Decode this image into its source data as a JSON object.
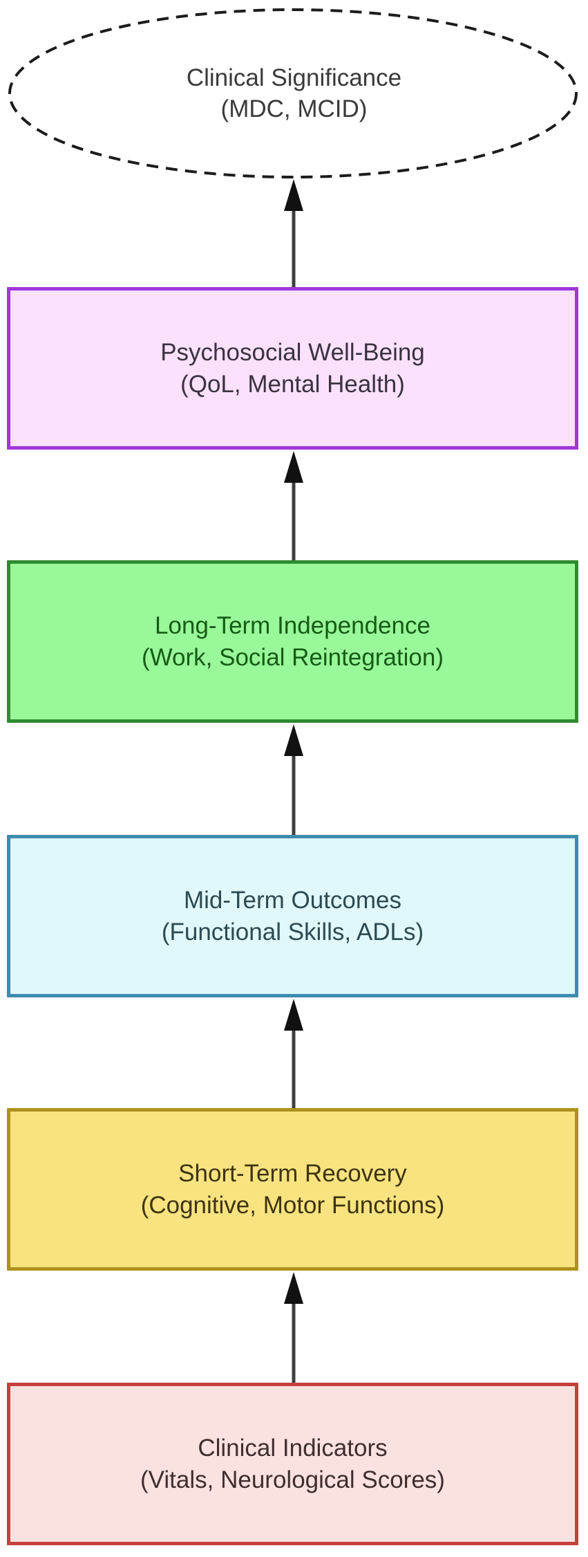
{
  "diagram": {
    "terminal": {
      "line1": "Clinical Significance",
      "line2": "(MDC, MCID)",
      "border_color": "#1c1c1c",
      "fill": "#ffffff",
      "text_color": "#3a3a3a"
    },
    "nodes": [
      {
        "id": "psychosocial-wellbeing",
        "line1": "Psychosocial Well-Being",
        "line2": "(QoL, Mental Health)",
        "fill": "#fbe1fc",
        "border": "#a136d9",
        "text_color": "#3b3240"
      },
      {
        "id": "long-term-independence",
        "line1": "Long-Term Independence",
        "line2": "(Work, Social Reintegration)",
        "fill": "#99f899",
        "border": "#2e8b2e",
        "text_color": "#165b16"
      },
      {
        "id": "mid-term-outcomes",
        "line1": "Mid-Term Outcomes",
        "line2": "(Functional Skills, ADLs)",
        "fill": "#e0f8fa",
        "border": "#3d8cae",
        "text_color": "#2c4a52"
      },
      {
        "id": "short-term-recovery",
        "line1": "Short-Term Recovery",
        "line2": "(Cognitive, Motor Functions)",
        "fill": "#f8e380",
        "border": "#ae911d",
        "text_color": "#3e3410"
      },
      {
        "id": "clinical-indicators",
        "line1": "Clinical Indicators",
        "line2": "(Vitals, Neurological Scores)",
        "fill": "#fbe2e1",
        "border": "#c5403c",
        "text_color": "#402e2e"
      }
    ],
    "arrow": {
      "stem_color": "#3f3f3f",
      "head_color": "#111111"
    }
  }
}
